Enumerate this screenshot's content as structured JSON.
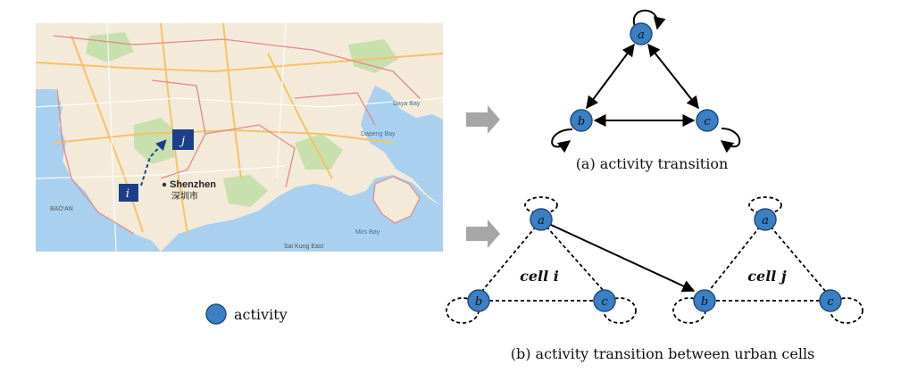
{
  "map": {
    "city_label": "Shenzhen",
    "city_label_cn": "深圳市",
    "cell_i_label": "i",
    "cell_j_label": "j",
    "place_labels": [
      "BAO'AN",
      "Mirs Bay",
      "Sai Kung East",
      "Dapeng Bay",
      "Daya Bay"
    ]
  },
  "legend": {
    "label": "activity",
    "color": "#3b7fc4"
  },
  "diagram_a": {
    "nodes": [
      "a",
      "b",
      "c"
    ],
    "caption": "(a) activity transition"
  },
  "diagram_b": {
    "cell_i": {
      "label": "cell i",
      "nodes": [
        "a",
        "b",
        "c"
      ]
    },
    "cell_j": {
      "label": "cell j",
      "nodes": [
        "a",
        "b",
        "c"
      ]
    },
    "caption": "(b) activity transition between urban cells"
  },
  "colors": {
    "node_fill": "#3b7fc4",
    "node_stroke": "#1f4f80",
    "arrow_gray": "#a6a6a6",
    "map_sea": "#a9d0ef",
    "map_land": "#f2e6d6",
    "map_marker": "#1c3f8c"
  }
}
